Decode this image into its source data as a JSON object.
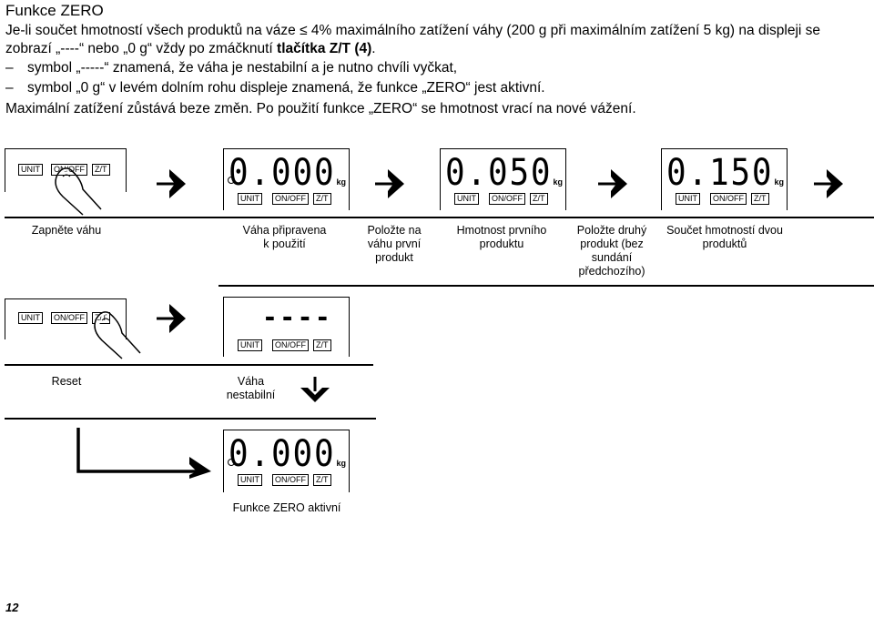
{
  "heading": "Funkce ZERO",
  "intro_line1": "Je-li součet hmotností všech produktů na váze ≤ 4% maximálního zatížení váhy (200 g při maximálním zatížení 5 kg) na displeji se",
  "intro_line2_a": "zobrazí „----“ nebo „0 g“ vždy po zmáčknutí ",
  "intro_line2_b": "tlačítka Z/T (4)",
  "intro_line2_c": ".",
  "bullet_dash": "–",
  "bullet1": "symbol „-----“ znamená, že váha je nestabilní a je nutno chvíli vyčkat,",
  "bullet2": "symbol „0 g“ v levém dolním rohu displeje znamená, že funkce „ZERO“ jest aktivní.",
  "note": "Maximální zatížení zůstává beze změn. Po použití funkce „ZERO“ se hmotnost vrací na nové vážení.",
  "buttons": {
    "unit": "UNIT",
    "onoff": "ON/OFF",
    "zt": "Z/T"
  },
  "unit_kg": "kg",
  "displays": {
    "d1": "0.000",
    "d2": "0.050",
    "d3": "0.150",
    "d4": "----",
    "d5": "0.000"
  },
  "captions": {
    "c1": "Zapněte váhu",
    "c2": "Váha připravena\nk použití",
    "c3": "Položte na\nváhu první\nprodukt",
    "c4": "Hmotnost prvního\nproduktu",
    "c5": "Položte druhý\nprodukt (bez\nsundání\npředchozího)",
    "c6": "Součet hmotností dvou\nproduktů",
    "c7": "Reset",
    "c8": "Váha\nnestabilní",
    "c9": "Funkce ZERO aktivní"
  },
  "page_number": "12"
}
